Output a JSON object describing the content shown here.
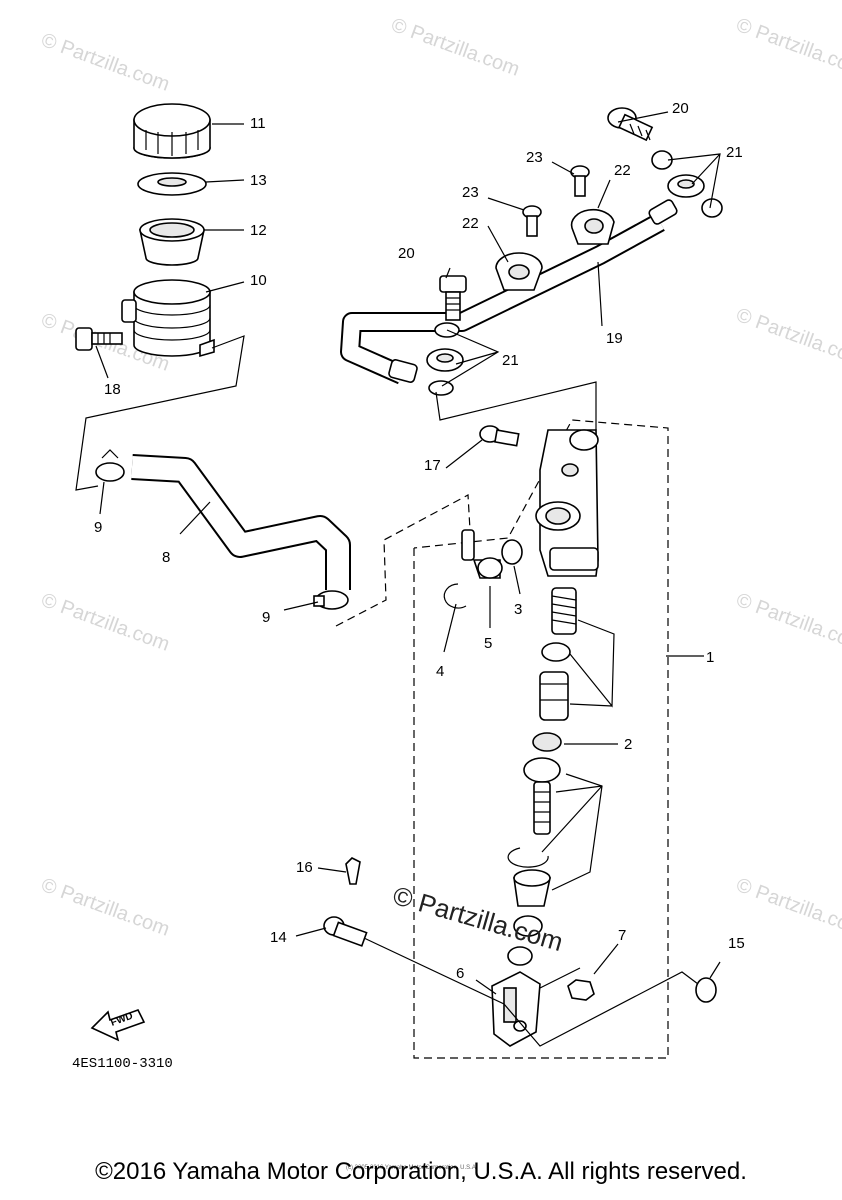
{
  "watermark": "© Partzilla.com",
  "center_watermark": "© Partzilla.com",
  "diagram_code": "4ES1100-3310",
  "fwd_label": "FWD",
  "small_copyright": "(c) 2005-2016 Yamaha Motor Corporation, U.S.A.",
  "footer": "©2016 Yamaha Motor Corporation, U.S.A. All rights reserved.",
  "callouts": {
    "c1": "1",
    "c2": "2",
    "c3": "3",
    "c4": "4",
    "c5": "5",
    "c6": "6",
    "c7": "7",
    "c8": "8",
    "c9a": "9",
    "c9b": "9",
    "c10": "10",
    "c11": "11",
    "c12": "12",
    "c13": "13",
    "c14": "14",
    "c15": "15",
    "c16": "16",
    "c17": "17",
    "c18": "18",
    "c19": "19",
    "c20a": "20",
    "c20b": "20",
    "c21a": "21",
    "c21b": "21",
    "c22a": "22",
    "c22b": "22",
    "c23a": "23",
    "c23b": "23"
  }
}
